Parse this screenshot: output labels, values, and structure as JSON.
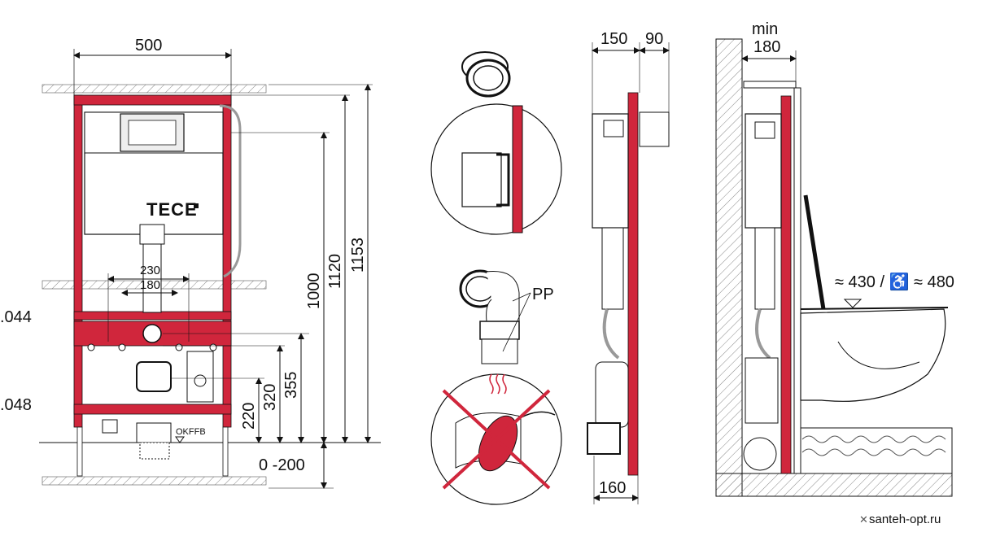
{
  "diagram": {
    "brand": "TECE",
    "dimensions": {
      "width_500": "500",
      "h_1000": "1000",
      "h_1120": "1120",
      "h_1153": "1153",
      "h_230": "230",
      "h_180": "180",
      "h_355": "355",
      "h_320": "320",
      "h_220": "220",
      "range_0_200": "0 -200",
      "depth_150": "150",
      "depth_90": "90",
      "depth_160": "160",
      "min_label": "min",
      "min_180": "180",
      "seat_height": "≈ 430 / ♿ ≈ 480"
    },
    "left_codes": [
      ".044",
      ".048"
    ],
    "okffb": "OKFFB",
    "pp_label": "PP",
    "watermark": "santeh-opt.ru"
  },
  "colors": {
    "frame_red": "#d0263c",
    "line": "#1a1a1a",
    "hatch": "#888888"
  }
}
